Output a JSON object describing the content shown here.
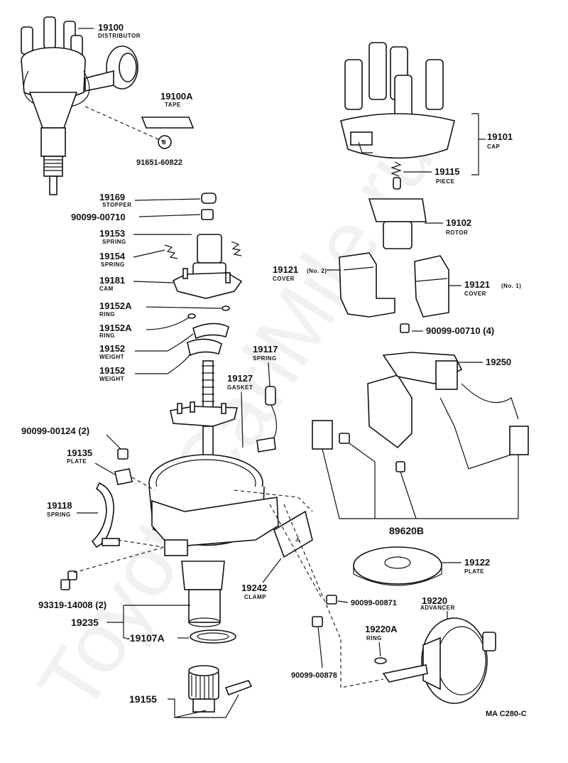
{
  "watermark": "ToyotaCarlMile.ru",
  "diagram_code": "MA C280-C",
  "labels": {
    "l19100": {
      "num": "19100",
      "name": "DISTRIBUTOR"
    },
    "l19100a": {
      "num": "19100A",
      "name": "TAPE"
    },
    "l91651": {
      "num": "91651-60822"
    },
    "l19101": {
      "num": "19101",
      "name": "CAP"
    },
    "l19115": {
      "num": "19115",
      "name": "PIECE"
    },
    "l19169": {
      "num": "19169",
      "name": "STOPPER"
    },
    "l90099_710a": {
      "num": "90099-00710"
    },
    "l19102": {
      "num": "19102",
      "name": "ROTOR"
    },
    "l19153": {
      "num": "19153",
      "name": "SPRING"
    },
    "l19154": {
      "num": "19154",
      "name": "SPRING"
    },
    "l19121_2": {
      "num": "19121",
      "note": "(No. 2)",
      "name": "COVER"
    },
    "l19121_1": {
      "num": "19121",
      "note": "(No. 1)",
      "name": "COVER"
    },
    "l19181": {
      "num": "19181",
      "name": "CAM"
    },
    "l19152a_1": {
      "num": "19152A",
      "name": "RING"
    },
    "l19152a_2": {
      "num": "19152A",
      "name": "RING"
    },
    "l90099_710b": {
      "num": "90099-00710 (4)"
    },
    "l19152_1": {
      "num": "19152",
      "name": "WEIGHT"
    },
    "l19152_2": {
      "num": "19152",
      "name": "WEIGHT"
    },
    "l19117": {
      "num": "19117",
      "name": "SPRING"
    },
    "l19250": {
      "num": "19250"
    },
    "l19127": {
      "num": "19127",
      "name": "GASKET"
    },
    "l90099_124": {
      "num": "90099-00124 (2)"
    },
    "l19135": {
      "num": "19135",
      "name": "PLATE"
    },
    "l19118": {
      "num": "19118",
      "name": "SPRING"
    },
    "l89620b": {
      "num": "89620B"
    },
    "l19122": {
      "num": "19122",
      "name": "PLATE"
    },
    "l93319": {
      "num": "93319-14008 (2)"
    },
    "l19242": {
      "num": "19242",
      "name": "CLAMP"
    },
    "l90099_871": {
      "num": "90099-00871"
    },
    "l19220": {
      "num": "19220",
      "name": "ADVANCER"
    },
    "l19235": {
      "num": "19235"
    },
    "l19107a": {
      "num": "-19107A"
    },
    "l19220a": {
      "num": "19220A",
      "name": "RING"
    },
    "l90099_878": {
      "num": "90099-00878"
    },
    "l19155": {
      "num": "19155"
    }
  },
  "icons": [
    "distributor-assembly",
    "distributor-cap",
    "rotor",
    "cam",
    "governor-weight",
    "housing",
    "igniter",
    "vacuum-advancer",
    "drive-gear"
  ]
}
